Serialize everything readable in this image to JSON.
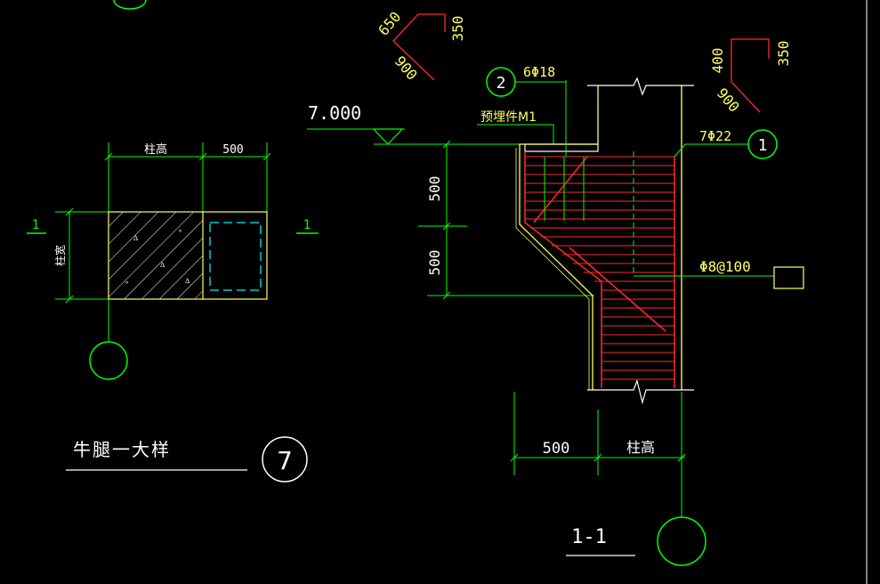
{
  "colors": {
    "background": "#000000",
    "green": "#00ff00",
    "yellow": "#ffff66",
    "red": "#ff2a2a",
    "white": "#ffffff",
    "cyan": "#00cccc"
  },
  "plan": {
    "dim_col_width": "柱高",
    "dim_500": "500",
    "dim_col_depth": "柱宽",
    "cut_left": "1",
    "cut_right": "1"
  },
  "plan_title": {
    "label": "牛腿一大样",
    "number": "7"
  },
  "section": {
    "elevation": "7.000",
    "embed_label": "预埋件M1",
    "rebar_top_count": "6Φ18",
    "rebar_top_marker": "2",
    "rebar_main": "7Φ22",
    "rebar_main_marker": "1",
    "stirrup": "Φ8@100",
    "dim_vertical_upper": "500",
    "dim_vertical_lower": "500",
    "dim_bottom_500": "500",
    "dim_bottom_col": "柱高",
    "title": "1-1"
  },
  "bend_detail_left": {
    "a": "650",
    "b": "350",
    "c": "900"
  },
  "bend_detail_right": {
    "a": "400",
    "b": "350",
    "c": "900"
  }
}
